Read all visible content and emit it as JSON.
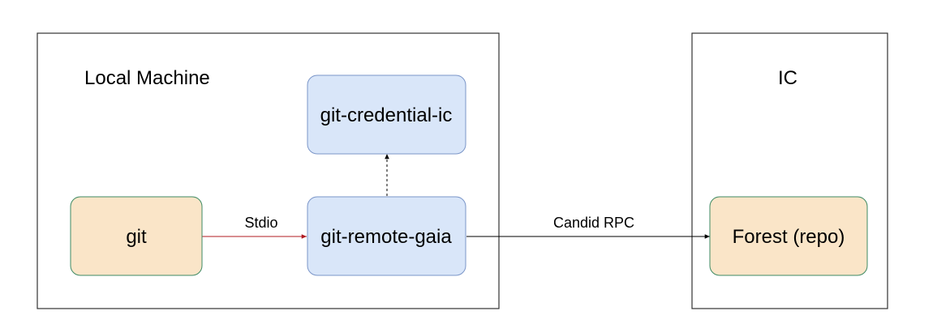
{
  "colors": {
    "container_stroke": "#333333",
    "orange_fill": "#fae5c8",
    "orange_stroke": "#3d8a63",
    "blue_fill": "#d9e6f9",
    "blue_stroke": "#7a95c8",
    "stdio_arrow": "#b11b22",
    "rpc_arrow": "#000000",
    "dotted_arrow": "#000000"
  },
  "containers": {
    "local": {
      "title": "Local Machine"
    },
    "ic": {
      "title": "IC"
    }
  },
  "nodes": {
    "git": {
      "label": "git"
    },
    "credential": {
      "label": "git-credential-ic"
    },
    "remote": {
      "label": "git-remote-gaia"
    },
    "forest": {
      "label": "Forest (repo)"
    }
  },
  "edges": {
    "stdio": {
      "label": "Stdio",
      "style": "solid"
    },
    "rpc": {
      "label": "Candid RPC",
      "style": "solid"
    },
    "credential": {
      "label": "",
      "style": "dotted"
    }
  }
}
